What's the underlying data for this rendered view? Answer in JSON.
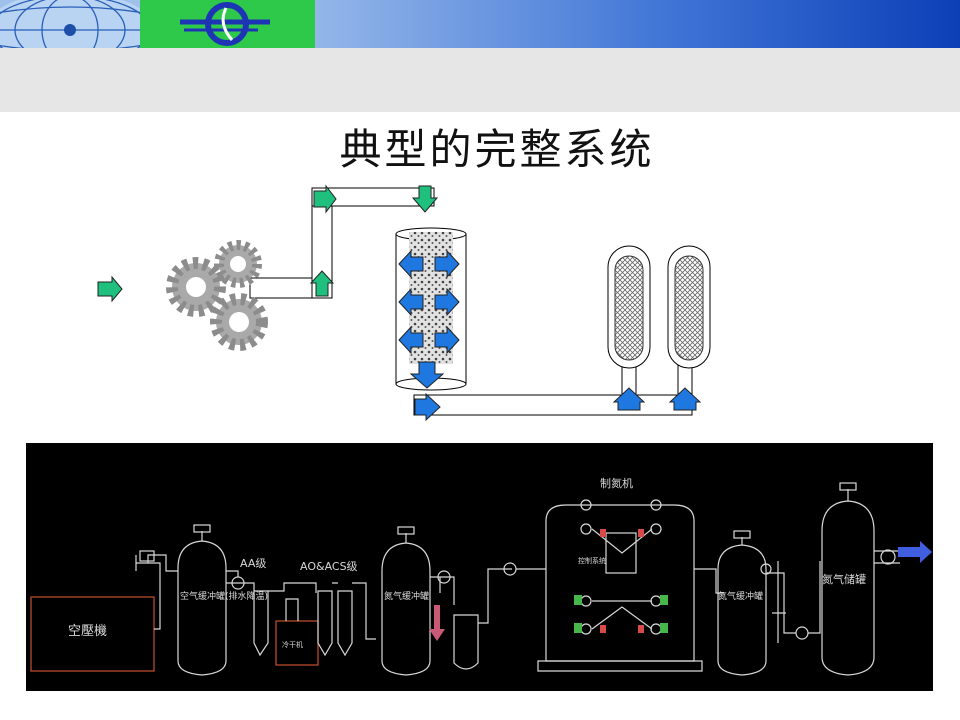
{
  "title": "典型的完整系统",
  "colors": {
    "arrow_green": "#1fc07e",
    "arrow_blue": "#1f78e0",
    "logo_green": "#2ec94a",
    "logo_blue": "#1d35b5",
    "banner_dark": "#0c3fb6",
    "pipe_line": "#dcdcdc",
    "down_arrow": "#c85a78",
    "exit_arrow": "#3f5fe0"
  },
  "plant": {
    "label_compressor": "空壓機",
    "label_buffer_air": "空气缓冲罐(排水降温)",
    "label_aa": "AA级",
    "label_ao_acs": "AO&ACS级",
    "label_dryer": "冷干机",
    "label_buffer_n1": "氮气缓冲罐",
    "label_generator": "制氮机",
    "label_control": "控制系统",
    "label_buffer_n2": "氮气缓冲罐",
    "label_storage": "氮气储罐"
  }
}
